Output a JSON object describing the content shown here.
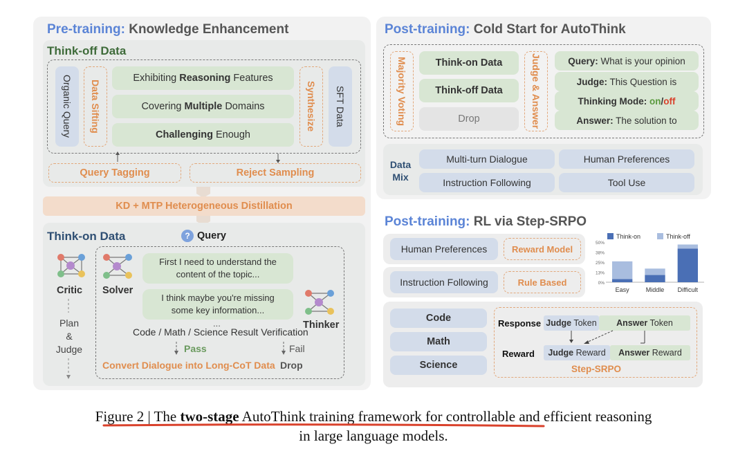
{
  "pretrain": {
    "title_prefix": "Pre-training:",
    "title_rest": "Knowledge Enhancement",
    "think_off_title": "Think-off Data",
    "organic_query": "Organic Query",
    "data_sifting": "Data Sifting",
    "feature1_a": "Exhibiting ",
    "feature1_b": "Reasoning",
    "feature1_c": " Features",
    "feature2_a": "Covering ",
    "feature2_b": "Multiple",
    "feature2_c": " Domains",
    "feature3_a": "Challenging",
    "feature3_b": " Enough",
    "synthesize": "Synthesize",
    "sft_data": "SFT Data",
    "query_tagging": "Query Tagging",
    "reject_sampling": "Reject Sampling",
    "distill": "KD + MTP Heterogeneous Distillation",
    "think_on_title": "Think-on Data",
    "query_label": "Query",
    "critic": "Critic",
    "plan": "Plan",
    "amp": "&",
    "judge": "Judge",
    "solver": "Solver",
    "thinker": "Thinker",
    "bubble1": "First I need to understand the content of the topic...",
    "bubble2": "I think maybe you're missing some key information...",
    "ellipsis": "...",
    "verification": "Code / Math / Science Result Verification",
    "pass": "Pass",
    "fail": "Fail",
    "convert": "Convert Dialogue into Long-CoT Data",
    "drop": "Drop"
  },
  "coldstart": {
    "title_prefix": "Post-training:",
    "title_rest": "Cold Start for AutoThink",
    "majority": "Majority Voting",
    "think_on": "Think-on Data",
    "think_off": "Think-off Data",
    "drop": "Drop",
    "judge_answer": "Judge & Answer",
    "q_label": "Query:",
    "q_text": " What is your opinion",
    "j_label": "Judge:",
    "j_text": " This Question is",
    "t_label": "Thinking Mode:",
    "t_on": "on",
    "t_slash": "/",
    "t_off": "off",
    "a_label": "Answer:",
    "a_text": " The solution to",
    "data_mix": "Data Mix",
    "mix": [
      "Multi-turn Dialogue",
      "Human Preferences",
      "Instruction Following",
      "Tool Use"
    ]
  },
  "rl": {
    "title_prefix": "Post-training:",
    "title_rest": "RL via Step-SRPO",
    "human_pref": "Human Preferences",
    "reward_model": "Reward Model",
    "instruction": "Instruction Following",
    "rule_based": "Rule Based",
    "tasks": [
      "Code",
      "Math",
      "Science"
    ],
    "response": "Response",
    "reward": "Reward",
    "judge_token_b": "Judge",
    "judge_token_t": " Token",
    "answer_token_b": "Answer",
    "answer_token_t": " Token",
    "judge_reward_b": "Judge",
    "judge_reward_t": " Reward",
    "answer_reward_b": "Answer",
    "answer_reward_t": " Reward",
    "step_srpo": "Step-SRPO"
  },
  "chart_data": {
    "type": "bar",
    "categories": [
      "Easy",
      "Middle",
      "Difficult"
    ],
    "series": [
      {
        "name": "Think-on",
        "values": [
          4,
          9,
          42
        ],
        "color": "#4a6fb5"
      },
      {
        "name": "Think-off",
        "values": [
          22,
          8,
          5
        ],
        "color": "#a9bddf"
      }
    ],
    "stacked": true,
    "yticks": [
      "50%",
      "38%",
      "25%",
      "13%",
      "0%"
    ],
    "ylim": [
      0,
      50
    ],
    "legend": "top"
  },
  "caption": {
    "line1_a": "Figure 2 | The ",
    "line1_b": "two-stage",
    "line1_c": " AutoThink training framework for controllable and efficient reasoning",
    "line2": "in large language models."
  },
  "colors": {
    "blue_title": "#5b84d6",
    "green_box": "#d8e6d3",
    "blue_box": "#d3dcea",
    "orange": "#e08d4e",
    "underline": "#d9412b"
  }
}
